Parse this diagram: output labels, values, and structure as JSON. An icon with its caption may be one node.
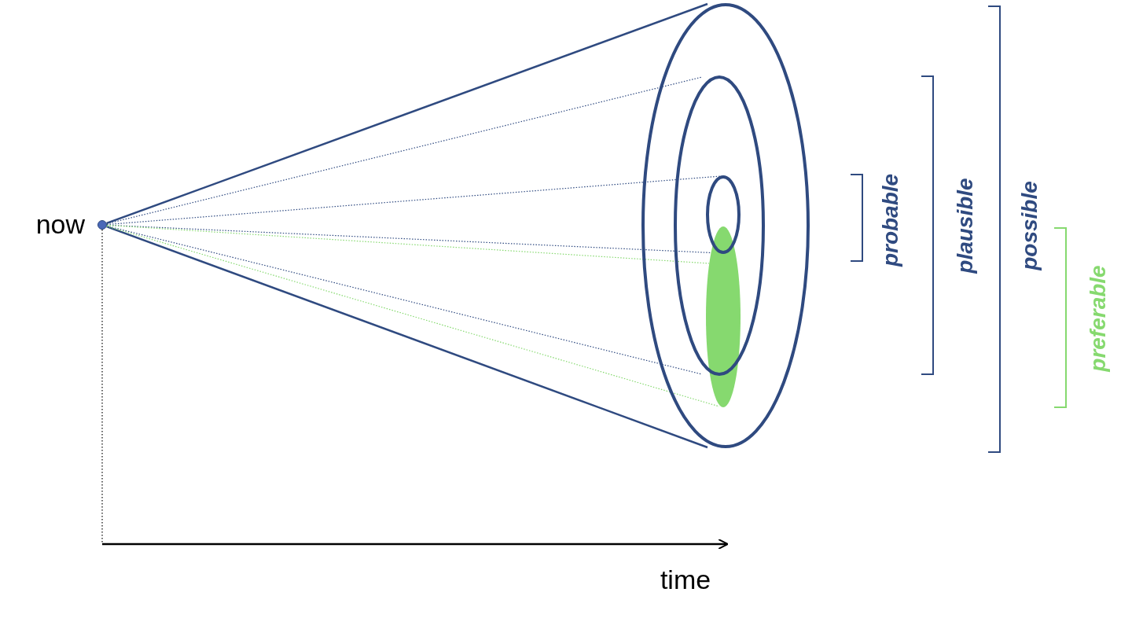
{
  "diagram": {
    "nodes": [
      {
        "text": [],
        "shape": "circle",
        "beside": [
          "now"
        ]
      },
      {
        "text": [],
        "shape": "ellipse"
      },
      {
        "text": [],
        "shape": "ellipse",
        "in": 1
      },
      {
        "text": [],
        "shape": "ellipse",
        "in": 2
      },
      {
        "text": [],
        "shape": "ellipse",
        "in": 1
      }
    ],
    "edges": [
      {
        "from": 0,
        "to": 1,
        "arrow": "none"
      },
      {
        "from": 0,
        "to": 1,
        "arrow": "none"
      },
      {
        "from": 0,
        "to": 2,
        "arrow": "none",
        "style": "dashed"
      },
      {
        "from": 0,
        "to": 2,
        "arrow": "none",
        "style": "dashed"
      },
      {
        "from": 0,
        "to": 3,
        "arrow": "none",
        "style": "dashed"
      },
      {
        "from": 0,
        "to": 3,
        "arrow": "none",
        "style": "dashed"
      },
      {
        "from": 0,
        "to": 4,
        "arrow": "none",
        "style": "dashed",
        "color": "#86d96f"
      },
      {
        "from": 0,
        "to": 4,
        "arrow": "none",
        "style": "dashed",
        "color": "#86d96f"
      }
    ],
    "labels": [
      "probable",
      "plausible",
      "possible",
      "preferable",
      "time"
    ]
  }
}
